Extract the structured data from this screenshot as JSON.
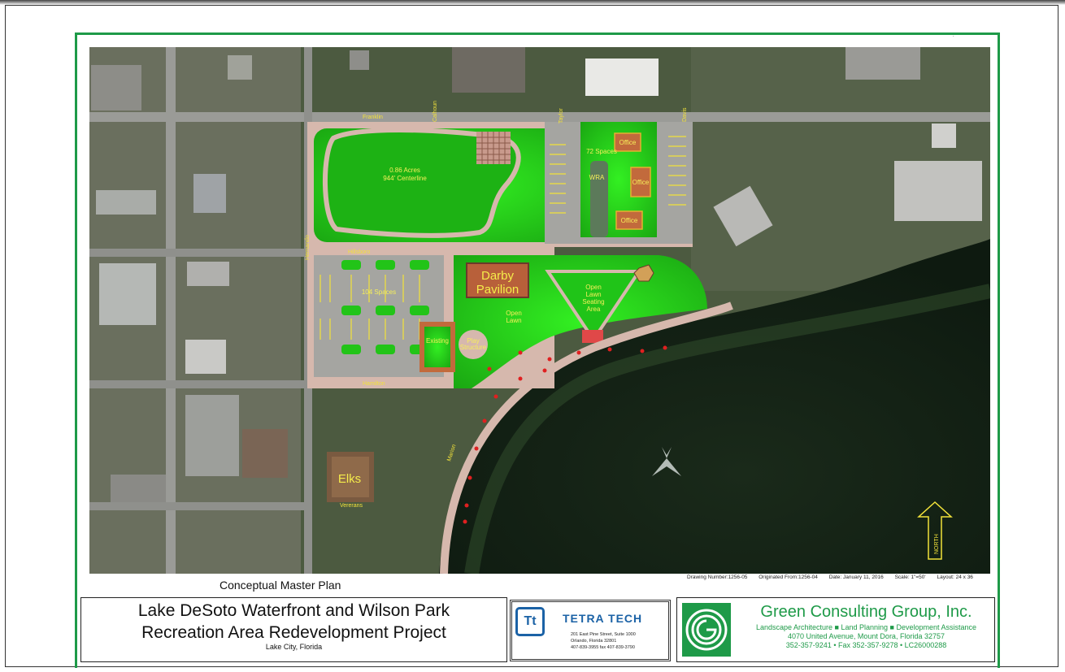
{
  "plan": {
    "subtitle": "Conceptual Master Plan",
    "title_line1": "Lake DeSoto Waterfront and Wilson Park",
    "title_line2": "Recreation Area Redevelopment Project",
    "location": "Lake City, Florida"
  },
  "meta": {
    "drawing_number": "Drawing Number:1256-05",
    "originated": "Originated From:1256-04",
    "date": "Date:  January 11, 2016",
    "scale": "Scale:   1\"=50'",
    "layout": "Layout: 24 x 36"
  },
  "tetra_tech": {
    "logo_text": "Tt",
    "name": "TETRA TECH",
    "address1": "201 East Pine Street, Suite 1000",
    "address2": "Orlando, Florida 32801",
    "phone": "407-839-3955 fax 407-839-3790"
  },
  "green_consulting": {
    "name": "Green Consulting Group, Inc.",
    "services": "Landscape Architecture ■ Land Planning ■ Development Assistance",
    "address": "4070 United Avenue, Mount Dora, Florida  32757",
    "contact": "352-357-9241 • Fax 352-357-9278 • LC26000288"
  },
  "map": {
    "streets": {
      "franklin": "Franklin",
      "calhoun": "Calhoun",
      "taylor": "Taylor",
      "davis": "Davis",
      "hillsboro": "Hillsboro",
      "hernando": "Hernando",
      "hamilton": "Hamilton",
      "veterans": "Vererans",
      "marion": "Marion"
    },
    "labels": {
      "acres": "0.86 Acres",
      "centerline": "944' Centerline",
      "spaces_72": "72 Spaces",
      "wra": "WRA",
      "office": "Office",
      "spaces_104": "104 Spaces",
      "darby_line1": "Darby",
      "darby_line2": "Pavilion",
      "open_lawn": "Open",
      "open_lawn2": "Lawn",
      "seating1": "Open",
      "seating2": "Lawn",
      "seating3": "Seating",
      "seating4": "Area",
      "existing": "Existing",
      "play1": "Play",
      "play2": "Structure",
      "elks": "Elks",
      "north": "NORTH"
    }
  }
}
